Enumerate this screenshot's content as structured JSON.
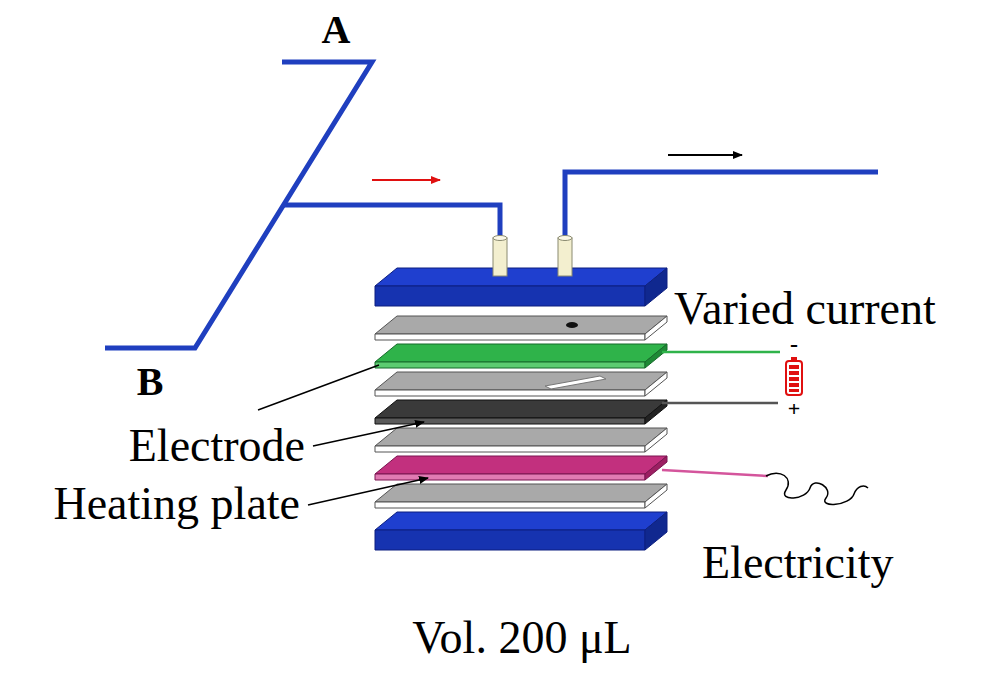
{
  "diagram": {
    "labels": [
      "A",
      "B",
      "Varied current",
      "-",
      "+",
      "Electrode",
      "Heating plate",
      "Electricity",
      "Vol. 200 μL"
    ]
  }
}
